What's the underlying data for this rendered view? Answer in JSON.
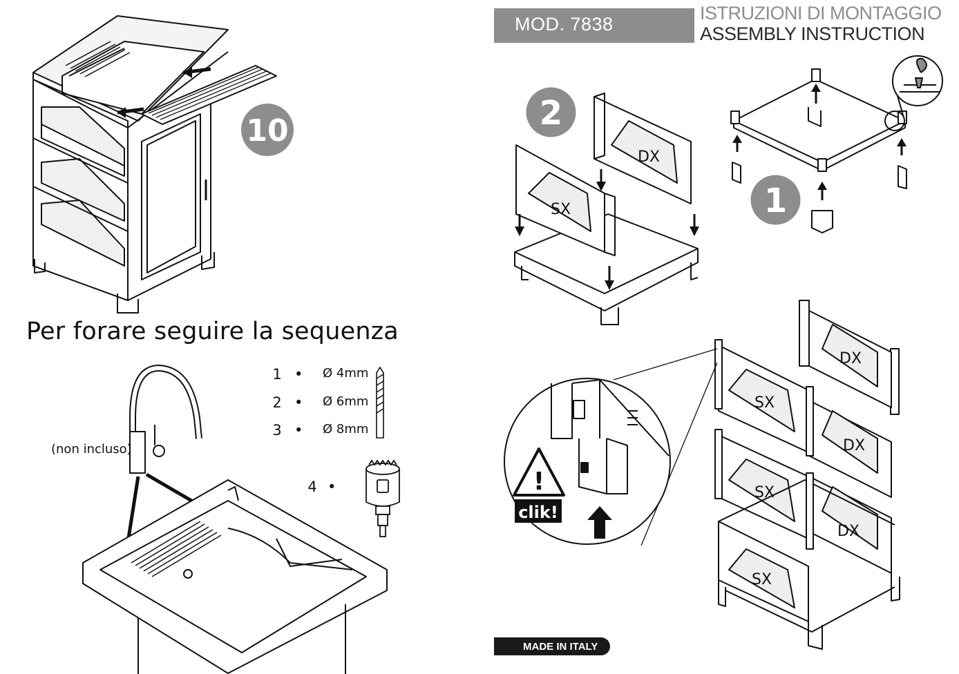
{
  "header": {
    "model": "MOD. 7838",
    "title_it": "ISTRUZIONI DI MONTAGGIO",
    "title_en": "ASSEMBLY INSTRUCTION"
  },
  "steps": {
    "step1": "1",
    "step2": "2",
    "step10": "10"
  },
  "panels": {
    "dx": "DX",
    "sx": "SX"
  },
  "drilling": {
    "title": "Per forare seguire la sequenza",
    "faucet_note": "(non incluso)",
    "sequence": [
      {
        "num": "1",
        "size": "Ø 4mm"
      },
      {
        "num": "2",
        "size": "Ø 6mm"
      },
      {
        "num": "3",
        "size": "Ø 8mm"
      },
      {
        "num": "4",
        "size": ""
      }
    ]
  },
  "warning": {
    "symbol": "!",
    "click_label": "clik!"
  },
  "footer": {
    "made_in": "MADE IN ITALY"
  }
}
